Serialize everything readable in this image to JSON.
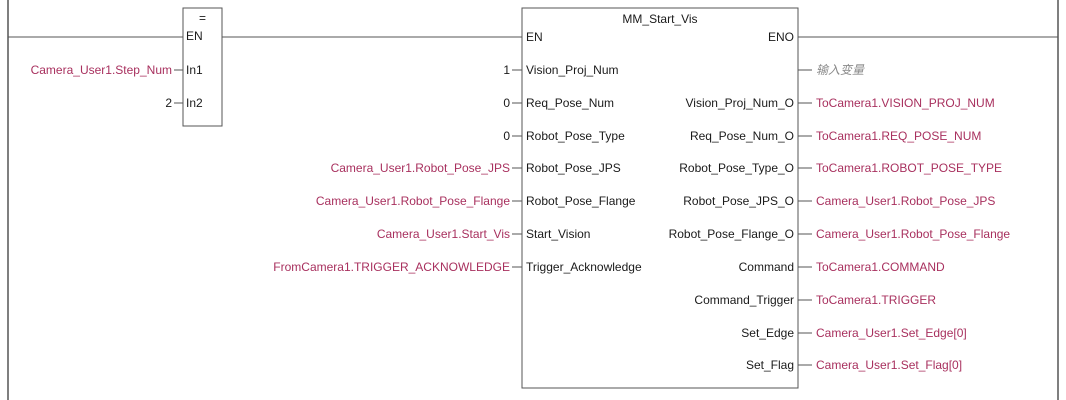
{
  "colors": {
    "line": "#555555",
    "text": "#1a1a1a",
    "variable": "#a8305e",
    "note": "#8a8a8a"
  },
  "compare_block": {
    "symbol": "=",
    "en": "EN",
    "inputs": [
      {
        "pin": "In1",
        "arg": "Camera_User1.Step_Num"
      },
      {
        "pin": "In2",
        "arg": "2"
      }
    ]
  },
  "fb": {
    "title": "MM_Start_Vis",
    "en": "EN",
    "eno": "ENO",
    "inputs": [
      {
        "pin": "Vision_Proj_Num",
        "arg": "1",
        "arg_is_var": false
      },
      {
        "pin": "Req_Pose_Num",
        "arg": "0",
        "arg_is_var": false
      },
      {
        "pin": "Robot_Pose_Type",
        "arg": "0",
        "arg_is_var": false
      },
      {
        "pin": "Robot_Pose_JPS",
        "arg": "Camera_User1.Robot_Pose_JPS",
        "arg_is_var": true
      },
      {
        "pin": "Robot_Pose_Flange",
        "arg": "Camera_User1.Robot_Pose_Flange",
        "arg_is_var": true
      },
      {
        "pin": "Start_Vision",
        "arg": "Camera_User1.Start_Vis",
        "arg_is_var": true
      },
      {
        "pin": "Trigger_Acknowledge",
        "arg": "FromCamera1.TRIGGER_ACKNOWLEDGE",
        "arg_is_var": true
      }
    ],
    "output_note": "输入变量",
    "outputs": [
      {
        "pin": "Vision_Proj_Num_O",
        "arg": "ToCamera1.VISION_PROJ_NUM"
      },
      {
        "pin": "Req_Pose_Num_O",
        "arg": "ToCamera1.REQ_POSE_NUM"
      },
      {
        "pin": "Robot_Pose_Type_O",
        "arg": "ToCamera1.ROBOT_POSE_TYPE"
      },
      {
        "pin": "Robot_Pose_JPS_O",
        "arg": "Camera_User1.Robot_Pose_JPS"
      },
      {
        "pin": "Robot_Pose_Flange_O",
        "arg": "Camera_User1.Robot_Pose_Flange"
      },
      {
        "pin": "Command",
        "arg": "ToCamera1.COMMAND"
      },
      {
        "pin": "Command_Trigger",
        "arg": "ToCamera1.TRIGGER"
      },
      {
        "pin": "Set_Edge",
        "arg": "Camera_User1.Set_Edge[0]"
      },
      {
        "pin": "Set_Flag",
        "arg": "Camera_User1.Set_Flag[0]"
      }
    ]
  }
}
